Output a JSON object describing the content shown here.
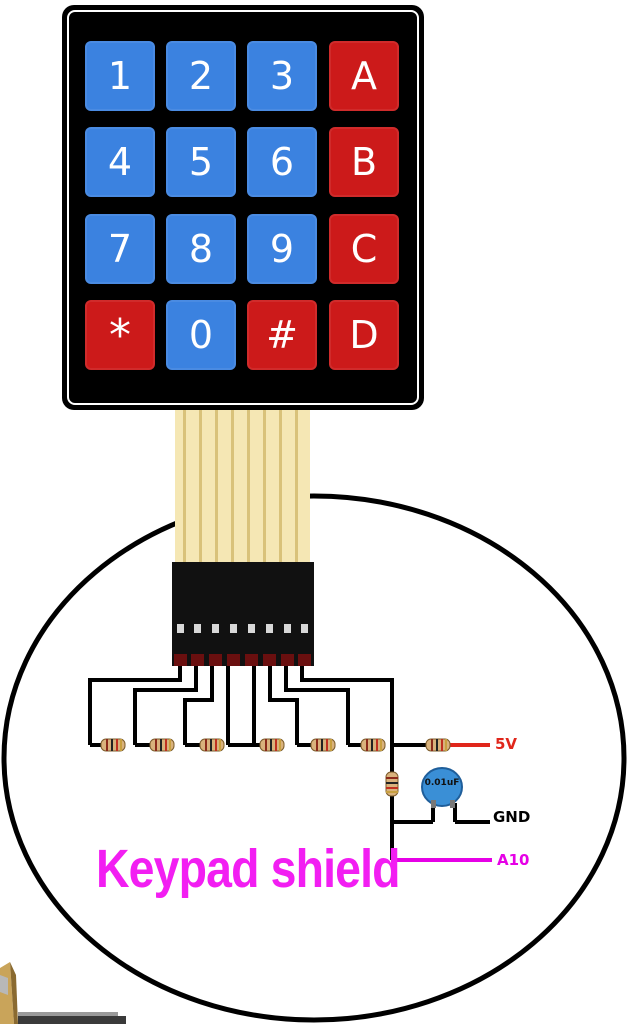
{
  "keypad": {
    "keys": [
      {
        "label": "1",
        "color": "blue"
      },
      {
        "label": "2",
        "color": "blue"
      },
      {
        "label": "3",
        "color": "blue"
      },
      {
        "label": "A",
        "color": "red"
      },
      {
        "label": "4",
        "color": "blue"
      },
      {
        "label": "5",
        "color": "blue"
      },
      {
        "label": "6",
        "color": "blue"
      },
      {
        "label": "B",
        "color": "red"
      },
      {
        "label": "7",
        "color": "blue"
      },
      {
        "label": "8",
        "color": "blue"
      },
      {
        "label": "9",
        "color": "blue"
      },
      {
        "label": "C",
        "color": "red"
      },
      {
        "label": "*",
        "color": "red"
      },
      {
        "label": "0",
        "color": "blue"
      },
      {
        "label": "#",
        "color": "red"
      },
      {
        "label": "D",
        "color": "red"
      }
    ]
  },
  "labels": {
    "vcc": "5V",
    "gnd": "GND",
    "signal": "A10",
    "capacitor": "0.01uF",
    "title": "Keypad shield"
  },
  "colors": {
    "key_blue": "#3b82e0",
    "key_red": "#cc1a1a",
    "vcc": "#e0261b",
    "signal": "#e600e6",
    "title": "#f21ef2",
    "capacitor": "#3a8fd6"
  }
}
